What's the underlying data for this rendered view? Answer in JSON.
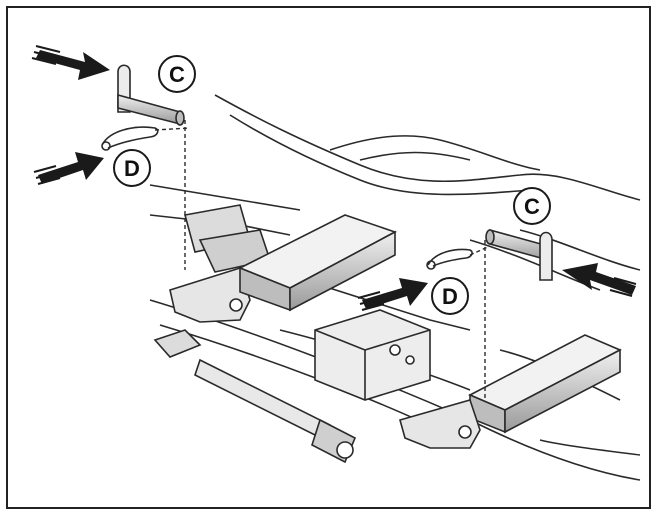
{
  "labels": {
    "pin_left": "C",
    "clip_left": "D",
    "pin_right": "C",
    "clip_right": "D"
  },
  "colors": {
    "line": "#2a2a2a",
    "metal": "#d8d8d8",
    "shade": "#9a9a9a",
    "arrow": "#1a1a1a"
  }
}
